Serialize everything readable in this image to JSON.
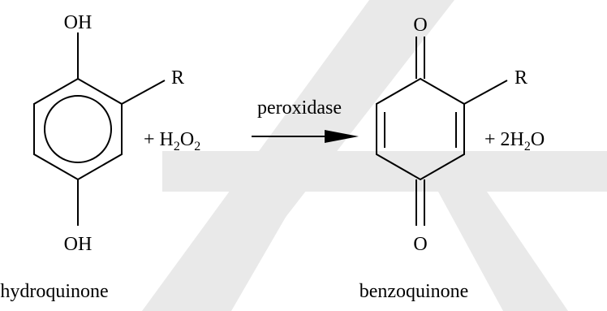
{
  "reactant": {
    "top_group": "OH",
    "bottom_group": "OH",
    "substituent": "R",
    "name": "hydroquinone"
  },
  "cosubstrate": {
    "plus": "+ H",
    "sub1": "2",
    "mid": "O",
    "sub2": "2"
  },
  "reaction_arrow": {
    "catalyst_label": "peroxidase"
  },
  "product": {
    "top_atom": "O",
    "bottom_atom": "O",
    "substituent": "R",
    "name": "benzoquinone"
  },
  "byproduct": {
    "plus": "+ 2H",
    "sub": "2",
    "tail": "O"
  },
  "colors": {
    "ink": "#000000",
    "watermark": "#e9e9e9",
    "background": "#ffffff"
  }
}
